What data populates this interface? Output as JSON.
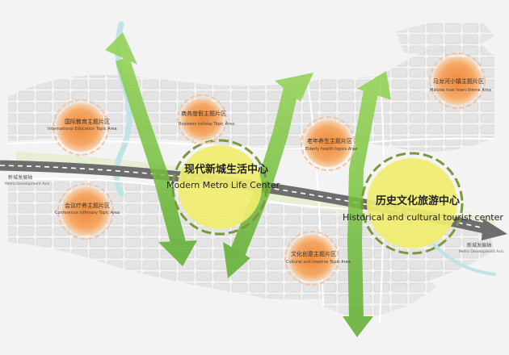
{
  "centers": [
    {
      "zh": "现代新城生活中心",
      "en": "Modern Metro Life Center"
    },
    {
      "zh": "历史文化旅游中心",
      "en": "Historical and cultural tourist center"
    }
  ],
  "topics": [
    {
      "zh": "国际教育主题片区",
      "en": "International Education Topic Area"
    },
    {
      "zh": "会议疗养主题片区",
      "en": "Conference infirmary Topic Area"
    },
    {
      "zh": "商务度假主题片区",
      "en": "Business holiday Topic Area"
    },
    {
      "zh": "老年养生主题片区",
      "en": "Elderly health topics Area"
    },
    {
      "zh": "文化创意主题片区",
      "en": "Cultural and creative Topic Area"
    },
    {
      "zh": "马龙河小镇主题片区",
      "en": "Malone river town theme Area"
    }
  ],
  "axis": [
    {
      "zh": "新城发展轴",
      "en": "Metro Development Axis"
    },
    {
      "zh": "新城发展轴",
      "en": "Metro Development Axis"
    }
  ],
  "colors": {
    "axis": "#6e6e6e",
    "corridor": "#7cc443",
    "center_fill": "#f0ed6e",
    "topic_fill": "#f29c53",
    "topic_ring": "#f7c9a0",
    "river": "#bfe3e6"
  }
}
